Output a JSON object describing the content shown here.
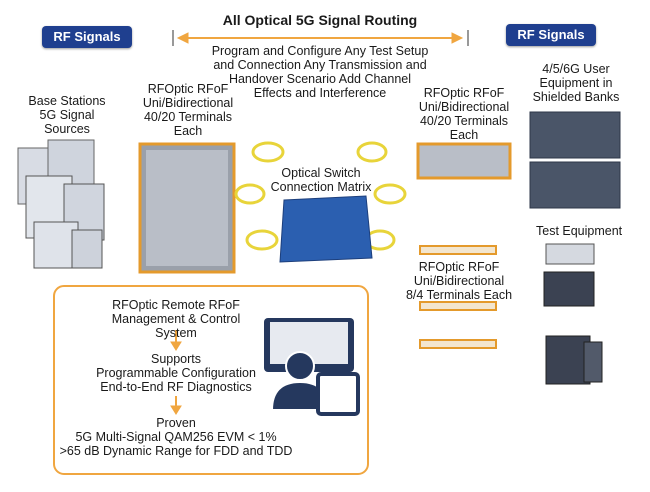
{
  "header": {
    "left_badge": "RF Signals",
    "right_badge": "RF Signals",
    "title": "All Optical 5G Signal Routing",
    "description": [
      "Program and Configure Any Test Setup",
      "and Connection Any Transmission and",
      "Handover Scenario Add Channel",
      "Effects and Interference"
    ]
  },
  "left": {
    "base_stations_label": [
      "Base Stations",
      "5G Signal",
      "Sources"
    ],
    "rfoptic_left_label": [
      "RFOptic RFoF",
      "Uni/Bidirectional",
      "40/20 Terminals",
      "Each"
    ]
  },
  "center": {
    "switch_label": [
      "Optical Switch",
      "Connection Matrix"
    ]
  },
  "right": {
    "rfoptic_right_label": [
      "RFOptic RFoF",
      "Uni/Bidirectional",
      "40/20 Terminals",
      "Each"
    ],
    "rfoptic_small_label": [
      "RFOptic RFoF",
      "Uni/Bidirectional",
      "8/4 Terminals Each"
    ],
    "user_equipment_label": [
      "4/5/6G User",
      "Equipment in",
      "Shielded Banks"
    ],
    "test_equipment_label": "Test Equipment"
  },
  "management": {
    "heading": [
      "RFOptic Remote RFoF",
      "Management & Control System"
    ],
    "supports": [
      "Supports",
      "Programmable Configuration",
      "End-to-End RF Diagnostics"
    ],
    "proven": [
      "Proven",
      "5G Multi-Signal QAM256 EVM < 1%",
      ">65 dB Dynamic Range for FDD and TDD"
    ]
  },
  "colors": {
    "badge": "#1f3f8f",
    "accent_orange": "#f0a640",
    "fiber_yellow": "#e8d43a",
    "matrix_blue": "#2b5fb0"
  }
}
